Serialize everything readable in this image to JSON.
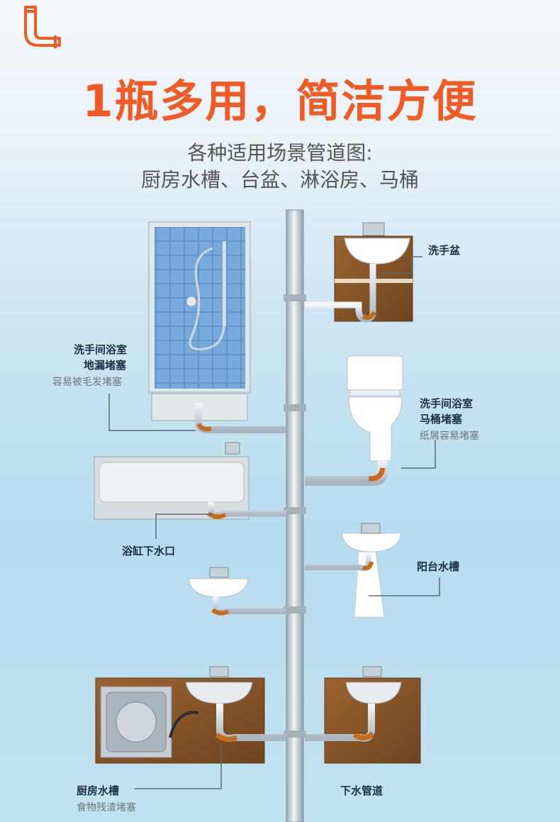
{
  "header": {
    "headline": "1瓶多用，简洁方便",
    "subtitle_line1": "各种适用场景管道图:",
    "subtitle_line2": "厨房水槽、台盆、淋浴房、马桶"
  },
  "labels": {
    "washbasin": "洗手盆",
    "shower_title_1": "洗手间浴室",
    "shower_title_2": "地漏堵塞",
    "shower_note": "容易被毛发堵塞",
    "toilet_title_1": "洗手间浴室",
    "toilet_title_2": "马桶堵塞",
    "toilet_note": "纸屑容易堵塞",
    "bathtub": "浴缸下水口",
    "balcony": "阳台水槽",
    "kitchen_title": "厨房水槽",
    "kitchen_note": "食物残渣堵塞",
    "drain_pipe": "下水管道"
  },
  "colors": {
    "accent": "#f15a22",
    "label_text": "#1c2f44",
    "note_text": "#6d7780",
    "pipe": "#c9d3da",
    "cabinet": "#8a5a2b",
    "tile": "#3d7fc0",
    "clog": "#c96a1b"
  }
}
